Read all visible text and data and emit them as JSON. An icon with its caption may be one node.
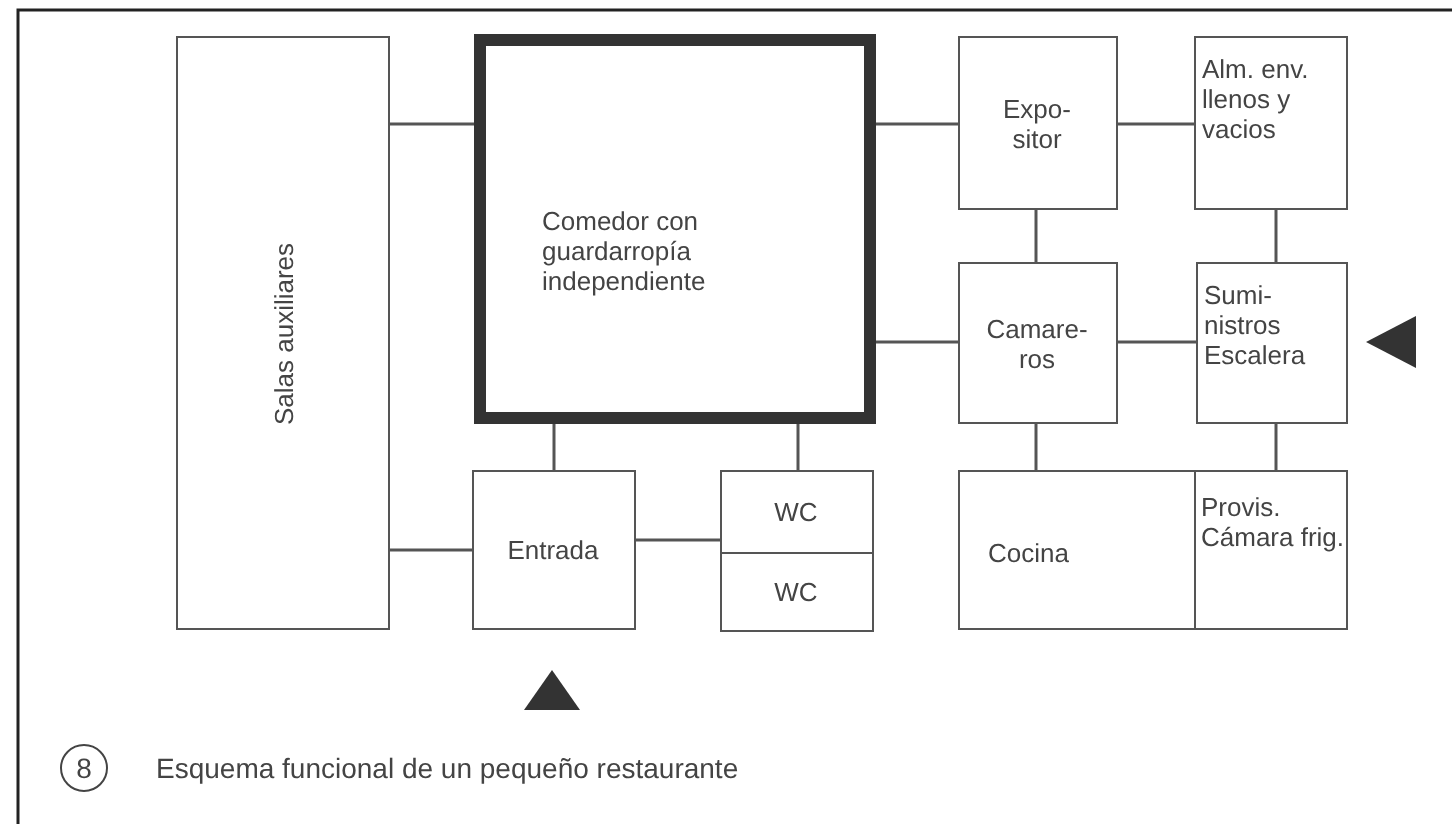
{
  "diagram": {
    "caption": "Esquema funcional de un pequeño restaurante",
    "nodes": [
      {
        "text": [
          "Salas auxiliares"
        ]
      },
      {
        "text": [
          "Comedor con guardarropía independiente"
        ]
      },
      {
        "text": [
          "Expo- sitor"
        ]
      },
      {
        "text": [
          "Alm. env. llenos y vacios"
        ]
      },
      {
        "text": [
          "Camare- ros"
        ]
      },
      {
        "text": [
          "Sumi- nistros Escalera"
        ]
      },
      {
        "text": [
          "Entrada"
        ]
      },
      {
        "text": [
          "WC"
        ]
      },
      {
        "text": [
          "WC"
        ]
      },
      {
        "text": [
          "Cocina"
        ]
      },
      {
        "text": [
          "Provis. Cámara frig."
        ]
      }
    ],
    "edges": [
      {
        "from": 0,
        "to": 1,
        "arrow": "none"
      },
      {
        "from": 0,
        "to": 6,
        "arrow": "none"
      },
      {
        "from": 1,
        "to": 6,
        "arrow": "none"
      },
      {
        "from": 1,
        "to": 2,
        "arrow": "none"
      },
      {
        "from": 1,
        "to": 4,
        "arrow": "none"
      },
      {
        "from": 1,
        "to": 7,
        "arrow": "none"
      },
      {
        "from": 6,
        "to": 7,
        "arrow": "none"
      },
      {
        "from": 2,
        "to": 3,
        "arrow": "none"
      },
      {
        "from": 2,
        "to": 4,
        "arrow": "none"
      },
      {
        "from": 3,
        "to": 5,
        "arrow": "none"
      },
      {
        "from": 4,
        "to": 5,
        "arrow": "none"
      },
      {
        "from": 4,
        "to": 9,
        "arrow": "none"
      },
      {
        "from": 5,
        "to": 10,
        "arrow": "none"
      }
    ],
    "labels": [
      "8"
    ]
  }
}
